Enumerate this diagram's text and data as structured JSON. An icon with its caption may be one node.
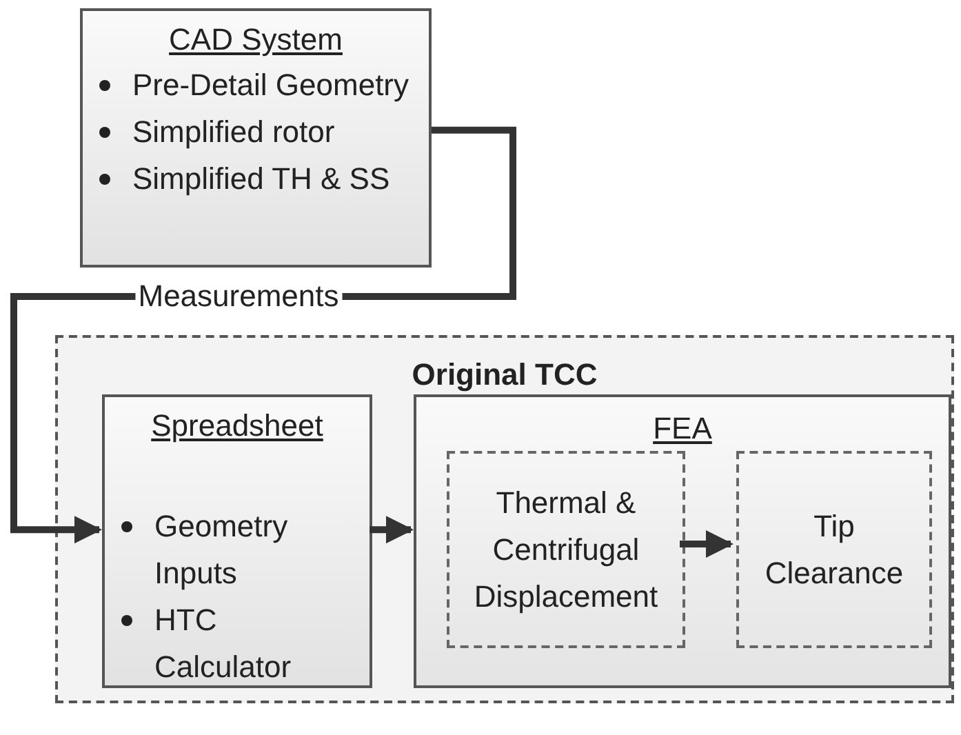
{
  "diagram": {
    "nodes": [
      {
        "text": [
          "CAD System",
          "Pre-Detail Geometry",
          "Simplified rotor",
          "Simplified TH & SS"
        ]
      },
      {
        "text": [
          "Original TCC"
        ]
      },
      {
        "text": [
          "Spreadsheet",
          "Geometry Inputs",
          "HTC Calculator"
        ],
        "in": 1
      },
      {
        "text": [
          "FEA"
        ],
        "in": 1
      },
      {
        "text": [
          "Thermal & Centrifugal Displacement"
        ],
        "in": 3
      },
      {
        "text": [
          "Tip Clearance"
        ],
        "in": 3
      }
    ],
    "edges": [
      {
        "from": 0,
        "to": 2,
        "arrow": "to",
        "label": "Measurements"
      },
      {
        "from": 2,
        "to": 3,
        "arrow": "to"
      },
      {
        "from": 4,
        "to": 5,
        "arrow": "to"
      }
    ]
  }
}
